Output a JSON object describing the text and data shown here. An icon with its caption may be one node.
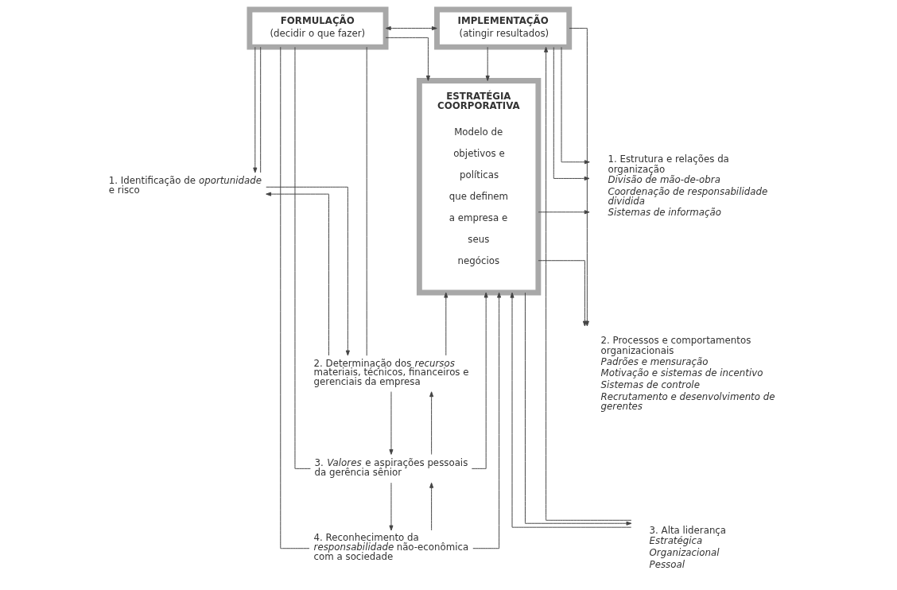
{
  "diagram": {
    "nodes": [
      {
        "text": [
          "FORMULAÇÃO",
          "(decidir o que fazer)"
        ]
      },
      {
        "text": [
          "IMPLEMENTAÇÃO",
          "(atingir resultados)"
        ]
      },
      {
        "text": [
          "ESTRATÉGIA COORPORATIVA",
          "Modelo de objetivos e políticas que definem a empresa e seus negócios"
        ]
      },
      {
        "text": [
          "1. Identificação de *oportunidade* e risco"
        ]
      },
      {
        "text": [
          "2. Determinação dos *recursos* materiais, técnicos, financeiros e gerenciais da empresa"
        ]
      },
      {
        "text": [
          "3. *Valores* e aspirações pessoais da gerência sênior"
        ]
      },
      {
        "text": [
          "4. Reconhecimento da *responsabilidade* não-econômica com a sociedade"
        ]
      },
      {
        "text": [
          "1. Estrutura e relações da organização",
          "Divisão de mão-de-obra",
          "Coordenação de responsabilidade dividida",
          "Sistemas de informação"
        ]
      },
      {
        "text": [
          "2. Processos e comportamentos organizacionais",
          "Padrões e mensuração",
          "Motivação e sistemas de incentivo",
          "Sistemas de controle",
          "Recrutamento e desenvolvimento de gerentes"
        ]
      },
      {
        "text": [
          "3. Alta liderança",
          "Estratégica",
          "Organizacional",
          "Pessoal"
        ]
      }
    ],
    "edges": [
      {
        "from": 0,
        "to": 1,
        "arrow": "both"
      },
      {
        "from": 0,
        "to": 3,
        "arrow": "to"
      },
      {
        "from": 0,
        "to": 2,
        "arrow": "to"
      },
      {
        "from": 1,
        "to": 2,
        "arrow": "to"
      },
      {
        "from": 1,
        "to": 7,
        "arrow": "to"
      },
      {
        "from": 4,
        "to": 3,
        "arrow": "to"
      },
      {
        "from": 3,
        "to": 4,
        "arrow": "to"
      },
      {
        "from": 5,
        "to": 4,
        "arrow": "to"
      },
      {
        "from": 4,
        "to": 5,
        "arrow": "to"
      },
      {
        "from": 6,
        "to": 5,
        "arrow": "to"
      },
      {
        "from": 5,
        "to": 6,
        "arrow": "to"
      },
      {
        "from": 0,
        "to": 3,
        "arrow": "none"
      },
      {
        "from": 0,
        "to": 4,
        "arrow": "none"
      },
      {
        "from": 0,
        "to": 5,
        "arrow": "none"
      },
      {
        "from": 0,
        "to": 6,
        "arrow": "none"
      },
      {
        "from": 4,
        "to": 2,
        "arrow": "to"
      },
      {
        "from": 5,
        "to": 2,
        "arrow": "to"
      },
      {
        "from": 6,
        "to": 2,
        "arrow": "to"
      },
      {
        "from": 2,
        "to": 7,
        "arrow": "to"
      },
      {
        "from": 2,
        "to": 8,
        "arrow": "to"
      },
      {
        "from": 9,
        "to": 2,
        "arrow": "to"
      },
      {
        "from": 2,
        "to": 9,
        "arrow": "to"
      },
      {
        "from": 1,
        "to": 7,
        "arrow": "to"
      },
      {
        "from": 1,
        "to": 8,
        "arrow": "to"
      },
      {
        "from": 9,
        "to": 1,
        "arrow": "to"
      }
    ]
  }
}
